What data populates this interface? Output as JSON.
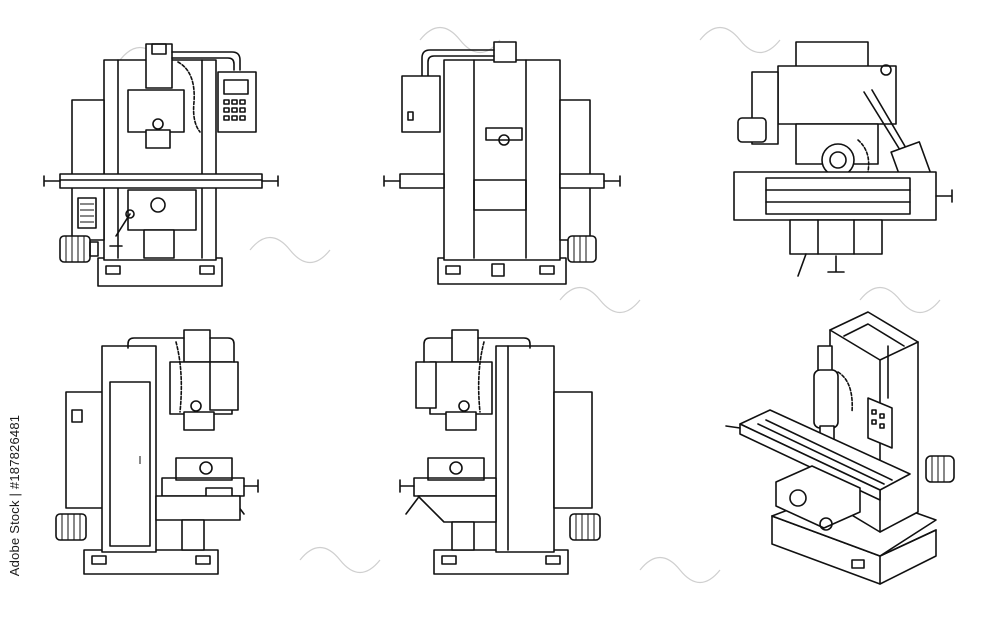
{
  "figure": {
    "background_color": "#ffffff",
    "line_color": "#111111",
    "views": [
      {
        "id": "front-view"
      },
      {
        "id": "rear-view"
      },
      {
        "id": "top-view"
      },
      {
        "id": "left-side-view"
      },
      {
        "id": "right-side-view"
      },
      {
        "id": "isometric-view"
      }
    ]
  },
  "watermark": {
    "side_text": "Adobe Stock | #187826481",
    "logo_icon": "adobe-stock-watermark-icon"
  }
}
